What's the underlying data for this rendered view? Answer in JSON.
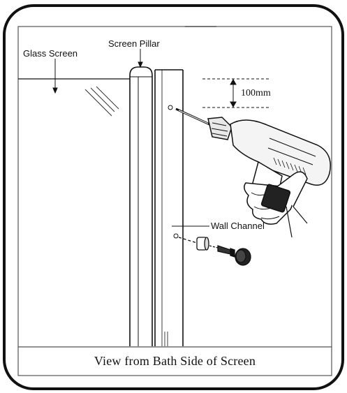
{
  "labels": {
    "glass_screen": "Glass Screen",
    "screen_pillar": "Screen Pillar",
    "dimension": "100mm",
    "wall_channel": "Wall Channel"
  },
  "caption": "View from Bath Side of Screen",
  "icons": [
    "drill-icon",
    "hand-icon",
    "wall-plug-icon",
    "screw-icon",
    "cover-cap-icon"
  ]
}
